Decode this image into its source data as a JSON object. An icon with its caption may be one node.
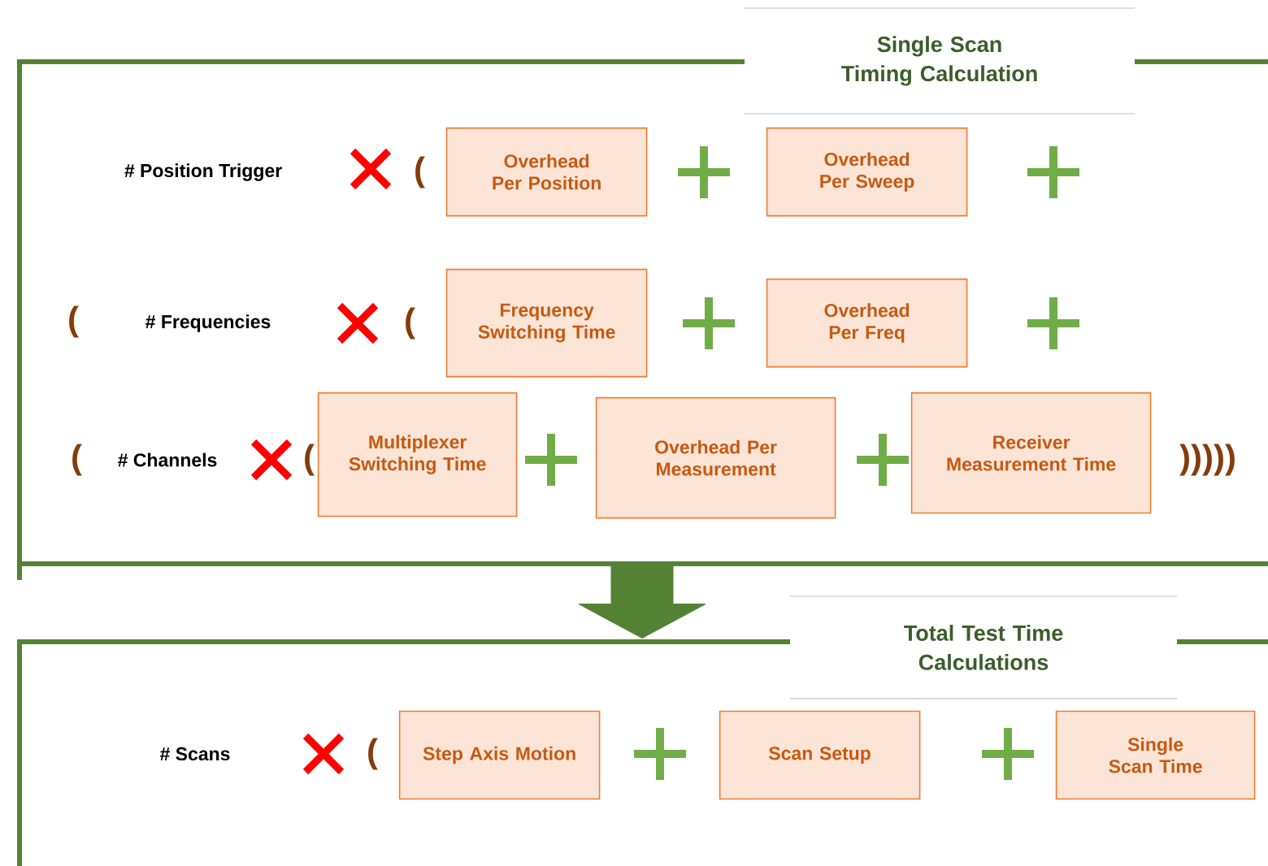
{
  "diagram": {
    "nodes": [
      {
        "text": [
          "Single Scan Timing Calculation"
        ]
      },
      {
        "text": [
          "Overhead Per Position"
        ],
        "in": 0
      },
      {
        "text": [
          "Overhead Per Sweep"
        ],
        "in": 0
      },
      {
        "text": [
          "Frequency Switching Time"
        ],
        "in": 0
      },
      {
        "text": [
          "Overhead Per Freq"
        ],
        "in": 0
      },
      {
        "text": [
          "Multiplexer Switching Time"
        ],
        "in": 0
      },
      {
        "text": [
          "Overhead Per Measurement"
        ],
        "in": 0
      },
      {
        "text": [
          "Receiver Measurement Time"
        ],
        "in": 0
      },
      {
        "text": [
          "Total Test Time Calculations"
        ]
      },
      {
        "text": [
          "Step Axis Motion"
        ],
        "in": 8
      },
      {
        "text": [
          "Scan Setup"
        ],
        "in": 8
      },
      {
        "text": [
          "Single Scan Time"
        ],
        "in": 8
      }
    ],
    "edges": [
      {
        "from": 0,
        "to": 8,
        "arrow": "to",
        "style": "thick"
      }
    ],
    "labels": [
      "# Position Trigger",
      "(",
      "(",
      "# Frequencies",
      "(",
      "(",
      "# Channels",
      "(",
      ")))))",
      "# Scans",
      "("
    ]
  }
}
